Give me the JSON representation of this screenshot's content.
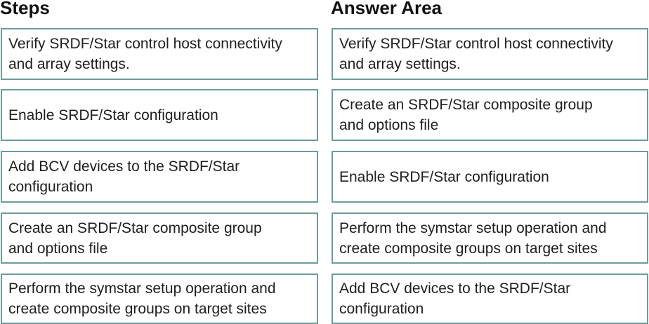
{
  "steps": {
    "title": "Steps",
    "items": [
      "Verify SRDF/Star control host connectivity\nand array settings.",
      "Enable SRDF/Star configuration",
      "Add BCV devices to the SRDF/Star\nconfiguration",
      "Create an SRDF/Star composite group\nand options file",
      "Perform the symstar setup operation and\ncreate composite groups on target sites"
    ]
  },
  "answer": {
    "title": "Answer Area",
    "items": [
      "Verify SRDF/Star control host connectivity\nand array settings.",
      "Create an SRDF/Star composite group\nand options file",
      "Enable SRDF/Star configuration",
      "Perform the symstar setup operation and\ncreate composite groups on target sites",
      "Add BCV devices to the SRDF/Star\nconfiguration"
    ]
  }
}
